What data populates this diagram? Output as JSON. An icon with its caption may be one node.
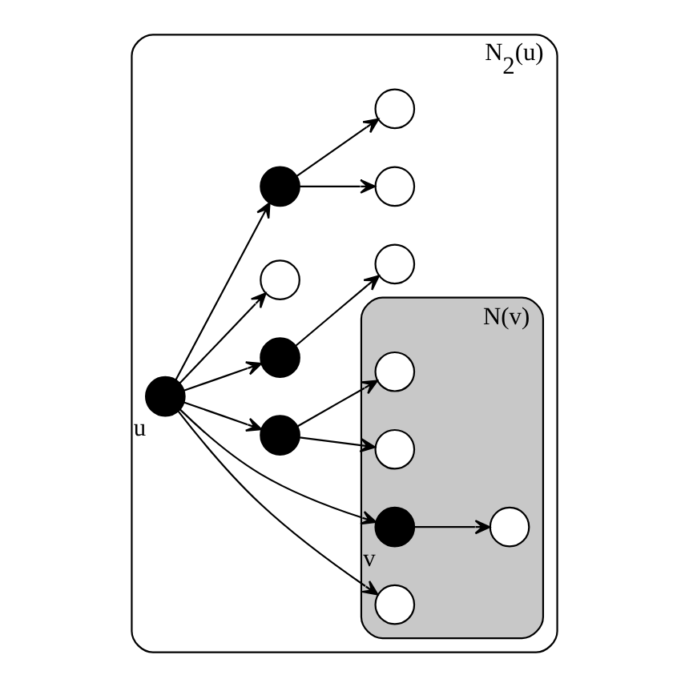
{
  "diagram": {
    "nodes": [
      {
        "text": [
          "N$_{2}$(u)"
        ]
      },
      {
        "text": [
          "N(v)"
        ],
        "in": 0
      },
      {
        "text": [],
        "shape": "circle",
        "in": 0
      },
      {
        "text": [],
        "shape": "circle",
        "in": 0
      },
      {
        "text": [],
        "shape": "circle",
        "in": 0
      },
      {
        "text": [],
        "shape": "circle",
        "in": 1
      },
      {
        "text": [],
        "shape": "circle",
        "in": 1
      },
      {
        "text": [],
        "shape": "circle",
        "in": 0
      },
      {
        "text": [],
        "shape": "circle",
        "in": 0,
        "beside": [
          "u"
        ]
      },
      {
        "text": [],
        "shape": "circle",
        "in": 1
      },
      {
        "text": [],
        "shape": "circle",
        "in": 1
      },
      {
        "text": [],
        "shape": "circle",
        "in": 1,
        "beside": [
          "v"
        ]
      },
      {
        "text": [],
        "shape": "circle",
        "in": 0
      },
      {
        "text": [],
        "shape": "circle",
        "in": 0
      },
      {
        "text": [],
        "shape": "circle",
        "in": 0
      }
    ],
    "edges": [
      {
        "from": 8,
        "to": 4,
        "arrow": "to"
      },
      {
        "from": 4,
        "to": 2,
        "arrow": "to"
      },
      {
        "from": 8,
        "to": 3,
        "arrow": "to"
      },
      {
        "from": 3,
        "to": 5,
        "arrow": "to"
      },
      {
        "from": 3,
        "to": 6,
        "arrow": "to"
      },
      {
        "from": 8,
        "to": 7,
        "arrow": "to"
      },
      {
        "from": 8,
        "to": 9,
        "arrow": "to"
      },
      {
        "from": 8,
        "to": 11,
        "arrow": "to"
      },
      {
        "from": 11,
        "to": 10,
        "arrow": "to"
      },
      {
        "from": 8,
        "to": 12,
        "arrow": "to"
      },
      {
        "from": 12,
        "to": 14,
        "arrow": "to"
      },
      {
        "from": 12,
        "to": 13,
        "arrow": "to"
      }
    ]
  }
}
